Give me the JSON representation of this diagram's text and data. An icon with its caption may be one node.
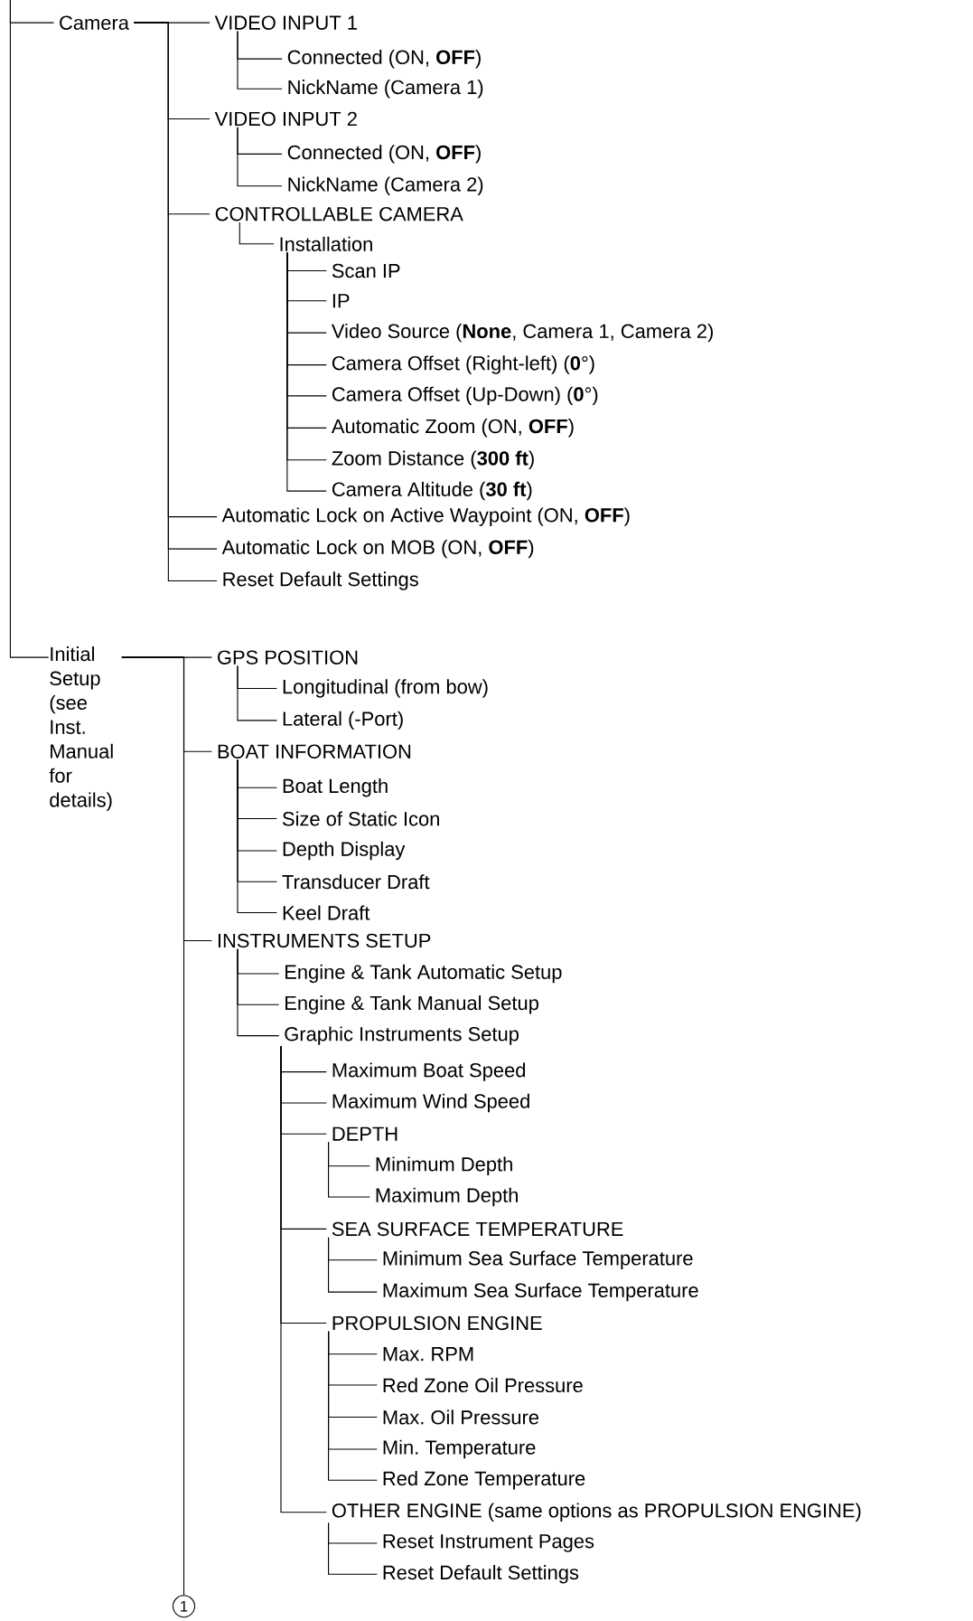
{
  "diagram": {
    "nodes": [
      {
        "text": [
          "Camera"
        ]
      },
      {
        "text": [
          "VIDEO INPUT 1"
        ]
      },
      {
        "text": [
          "Connected (ON, **OFF**)"
        ]
      },
      {
        "text": [
          "NickName (Camera 1)"
        ]
      },
      {
        "text": [
          "VIDEO INPUT 2"
        ]
      },
      {
        "text": [
          "Connected (ON, **OFF**)"
        ]
      },
      {
        "text": [
          "NickName (Camera 2)"
        ]
      },
      {
        "text": [
          "CONTROLLABLE CAMERA"
        ]
      },
      {
        "text": [
          "Installation"
        ]
      },
      {
        "text": [
          "Scan IP"
        ]
      },
      {
        "text": [
          "IP"
        ]
      },
      {
        "text": [
          "Video Source (**None**, Camera 1, Camera 2)"
        ]
      },
      {
        "text": [
          "Camera Offset (Right-left) (**0**°)"
        ]
      },
      {
        "text": [
          "Camera Offset (Up-Down) (**0**°)"
        ]
      },
      {
        "text": [
          "Automatic Zoom (ON, **OFF**)"
        ]
      },
      {
        "text": [
          "Zoom Distance (**300 ft**)"
        ]
      },
      {
        "text": [
          "Camera Altitude (**30 ft**)"
        ]
      },
      {
        "text": [
          "Automatic Lock on Active Waypoint (ON, **OFF**)"
        ]
      },
      {
        "text": [
          "Automatic Lock on MOB (ON, **OFF**)"
        ]
      },
      {
        "text": [
          "Reset Default Settings"
        ]
      },
      {
        "text": [
          "Initial Setup (see Inst. Manual for details)"
        ]
      },
      {
        "text": [
          "GPS POSITION"
        ]
      },
      {
        "text": [
          "Longitudinal (from bow)"
        ]
      },
      {
        "text": [
          "Lateral (-Port)"
        ]
      },
      {
        "text": [
          "BOAT INFORMATION"
        ]
      },
      {
        "text": [
          "Boat Length"
        ]
      },
      {
        "text": [
          "Size of Static Icon"
        ]
      },
      {
        "text": [
          "Depth Display"
        ]
      },
      {
        "text": [
          "Transducer Draft"
        ]
      },
      {
        "text": [
          "Keel Draft"
        ]
      },
      {
        "text": [
          "INSTRUMENTS SETUP"
        ]
      },
      {
        "text": [
          "Engine & Tank Automatic Setup"
        ]
      },
      {
        "text": [
          "Engine & Tank Manual Setup"
        ]
      },
      {
        "text": [
          "Graphic Instruments Setup"
        ]
      },
      {
        "text": [
          "Maximum Boat Speed"
        ]
      },
      {
        "text": [
          "Maximum Wind Speed"
        ]
      },
      {
        "text": [
          "DEPTH"
        ]
      },
      {
        "text": [
          "Minimum Depth"
        ]
      },
      {
        "text": [
          "Maximum Depth"
        ]
      },
      {
        "text": [
          "SEA SURFACE TEMPERATURE"
        ]
      },
      {
        "text": [
          "Minimum Sea Surface Temperature"
        ]
      },
      {
        "text": [
          "Maximum Sea Surface Temperature"
        ]
      },
      {
        "text": [
          "PROPULSION ENGINE"
        ]
      },
      {
        "text": [
          "Max. RPM"
        ]
      },
      {
        "text": [
          "Red Zone Oil Pressure"
        ]
      },
      {
        "text": [
          "Max. Oil Pressure"
        ]
      },
      {
        "text": [
          "Min. Temperature"
        ]
      },
      {
        "text": [
          "Red Zone Temperature"
        ]
      },
      {
        "text": [
          "OTHER ENGINE (same options as PROPULSION ENGINE)"
        ]
      },
      {
        "text": [
          "Reset Instrument Pages"
        ]
      },
      {
        "text": [
          "Reset Default Settings"
        ]
      },
      {
        "text": [
          "1"
        ]
      }
    ],
    "edges": [
      {
        "from": null,
        "to": 0,
        "arrow": "none"
      },
      {
        "from": null,
        "to": 20,
        "arrow": "none"
      },
      {
        "from": 0,
        "to": 1,
        "arrow": "none"
      },
      {
        "from": 1,
        "to": 2,
        "arrow": "none"
      },
      {
        "from": 1,
        "to": 3,
        "arrow": "none"
      },
      {
        "from": 0,
        "to": 4,
        "arrow": "none"
      },
      {
        "from": 4,
        "to": 5,
        "arrow": "none"
      },
      {
        "from": 4,
        "to": 6,
        "arrow": "none"
      },
      {
        "from": 0,
        "to": 7,
        "arrow": "none"
      },
      {
        "from": 7,
        "to": 8,
        "arrow": "none"
      },
      {
        "from": 8,
        "to": 9,
        "arrow": "none"
      },
      {
        "from": 8,
        "to": 10,
        "arrow": "none"
      },
      {
        "from": 8,
        "to": 11,
        "arrow": "none"
      },
      {
        "from": 8,
        "to": 12,
        "arrow": "none"
      },
      {
        "from": 8,
        "to": 13,
        "arrow": "none"
      },
      {
        "from": 8,
        "to": 14,
        "arrow": "none"
      },
      {
        "from": 8,
        "to": 15,
        "arrow": "none"
      },
      {
        "from": 8,
        "to": 16,
        "arrow": "none"
      },
      {
        "from": 0,
        "to": 17,
        "arrow": "none"
      },
      {
        "from": 0,
        "to": 18,
        "arrow": "none"
      },
      {
        "from": 0,
        "to": 19,
        "arrow": "none"
      },
      {
        "from": 20,
        "to": 21,
        "arrow": "none"
      },
      {
        "from": 21,
        "to": 22,
        "arrow": "none"
      },
      {
        "from": 21,
        "to": 23,
        "arrow": "none"
      },
      {
        "from": 20,
        "to": 24,
        "arrow": "none"
      },
      {
        "from": 24,
        "to": 25,
        "arrow": "none"
      },
      {
        "from": 24,
        "to": 26,
        "arrow": "none"
      },
      {
        "from": 24,
        "to": 27,
        "arrow": "none"
      },
      {
        "from": 24,
        "to": 28,
        "arrow": "none"
      },
      {
        "from": 24,
        "to": 29,
        "arrow": "none"
      },
      {
        "from": 20,
        "to": 30,
        "arrow": "none"
      },
      {
        "from": 30,
        "to": 31,
        "arrow": "none"
      },
      {
        "from": 30,
        "to": 32,
        "arrow": "none"
      },
      {
        "from": 30,
        "to": 33,
        "arrow": "none"
      },
      {
        "from": 33,
        "to": 34,
        "arrow": "none"
      },
      {
        "from": 33,
        "to": 35,
        "arrow": "none"
      },
      {
        "from": 33,
        "to": 36,
        "arrow": "none"
      },
      {
        "from": 36,
        "to": 37,
        "arrow": "none"
      },
      {
        "from": 36,
        "to": 38,
        "arrow": "none"
      },
      {
        "from": 33,
        "to": 39,
        "arrow": "none"
      },
      {
        "from": 39,
        "to": 40,
        "arrow": "none"
      },
      {
        "from": 39,
        "to": 41,
        "arrow": "none"
      },
      {
        "from": 33,
        "to": 42,
        "arrow": "none"
      },
      {
        "from": 42,
        "to": 43,
        "arrow": "none"
      },
      {
        "from": 42,
        "to": 44,
        "arrow": "none"
      },
      {
        "from": 42,
        "to": 45,
        "arrow": "none"
      },
      {
        "from": 42,
        "to": 46,
        "arrow": "none"
      },
      {
        "from": 42,
        "to": 47,
        "arrow": "none"
      },
      {
        "from": 33,
        "to": 48,
        "arrow": "none"
      },
      {
        "from": 48,
        "to": 49,
        "arrow": "none"
      },
      {
        "from": 48,
        "to": 50,
        "arrow": "none"
      },
      {
        "from": 20,
        "to": 51,
        "arrow": "none"
      }
    ]
  }
}
